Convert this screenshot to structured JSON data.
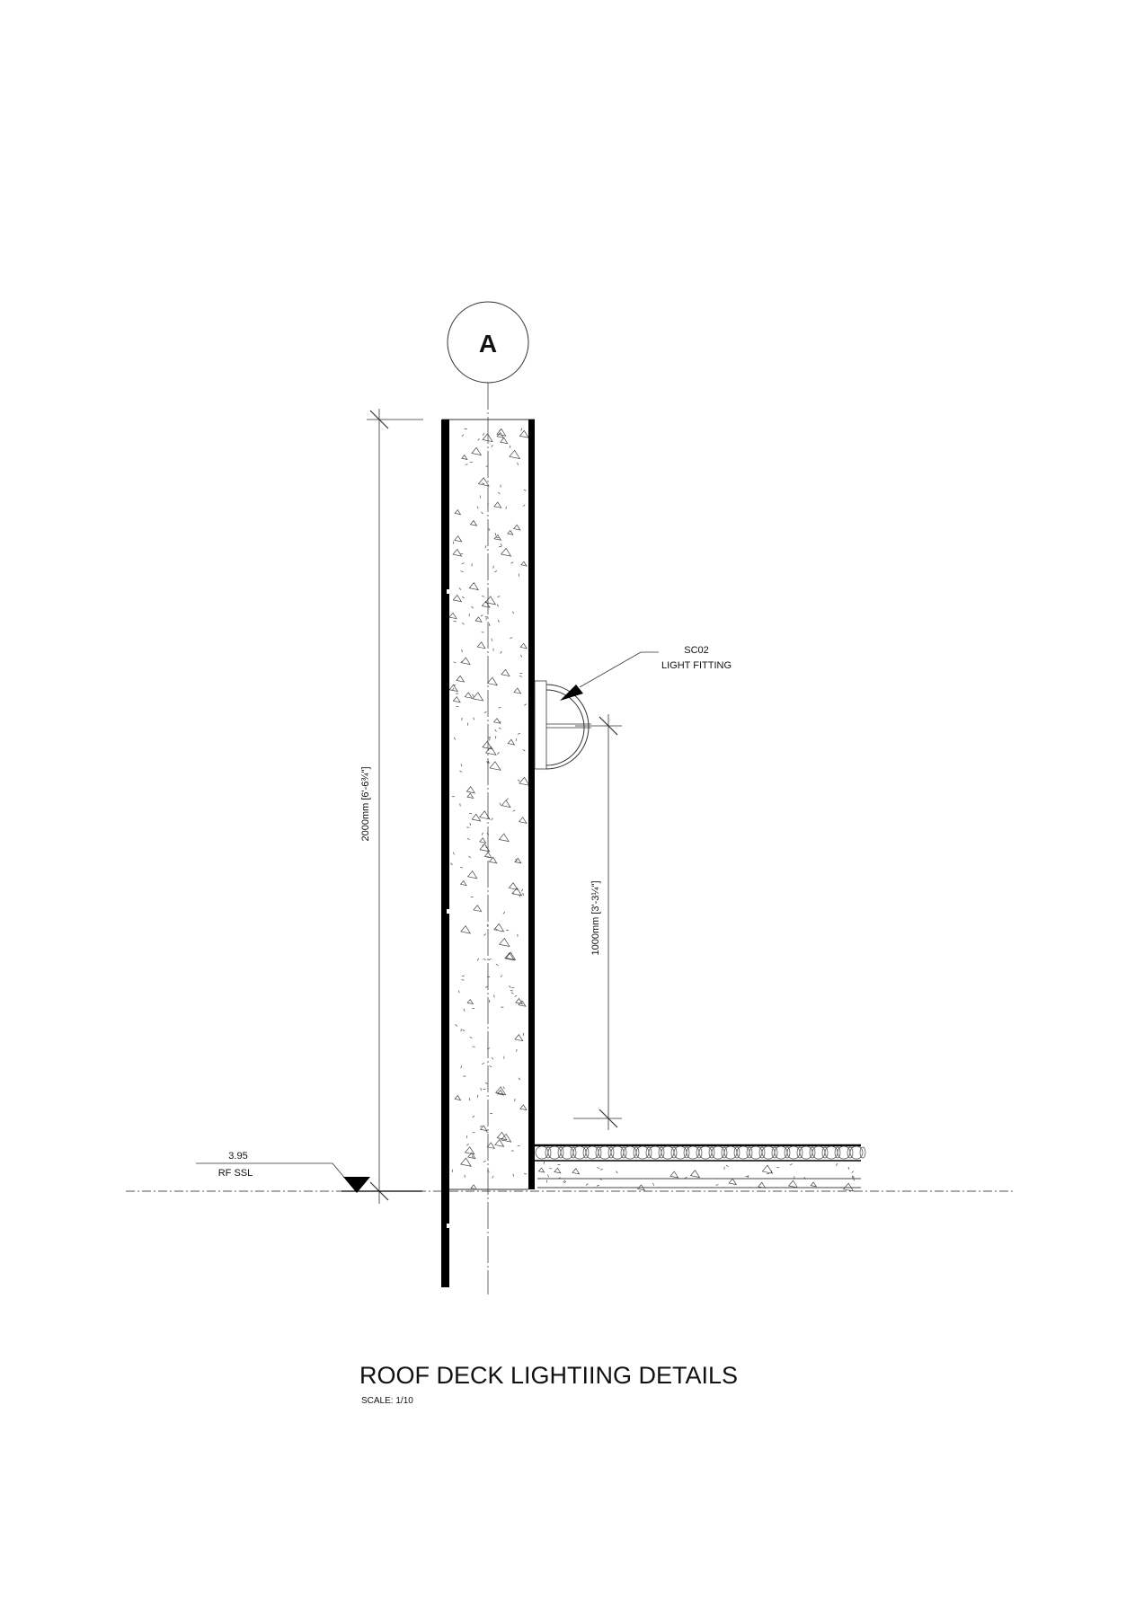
{
  "grid_marker": {
    "label": "A"
  },
  "dimensions": {
    "wall_height": "2000mm [6'-6¾\"]",
    "fitting_height": "1000mm [3'-3¼\"]"
  },
  "level_marker": {
    "value": "3.95",
    "label": "RF SSL"
  },
  "callout": {
    "code": "SC02",
    "description": "LIGHT FITTING"
  },
  "title": {
    "main": "ROOF DECK LIGHTIING DETAILS",
    "scale": "SCALE: 1/10"
  }
}
